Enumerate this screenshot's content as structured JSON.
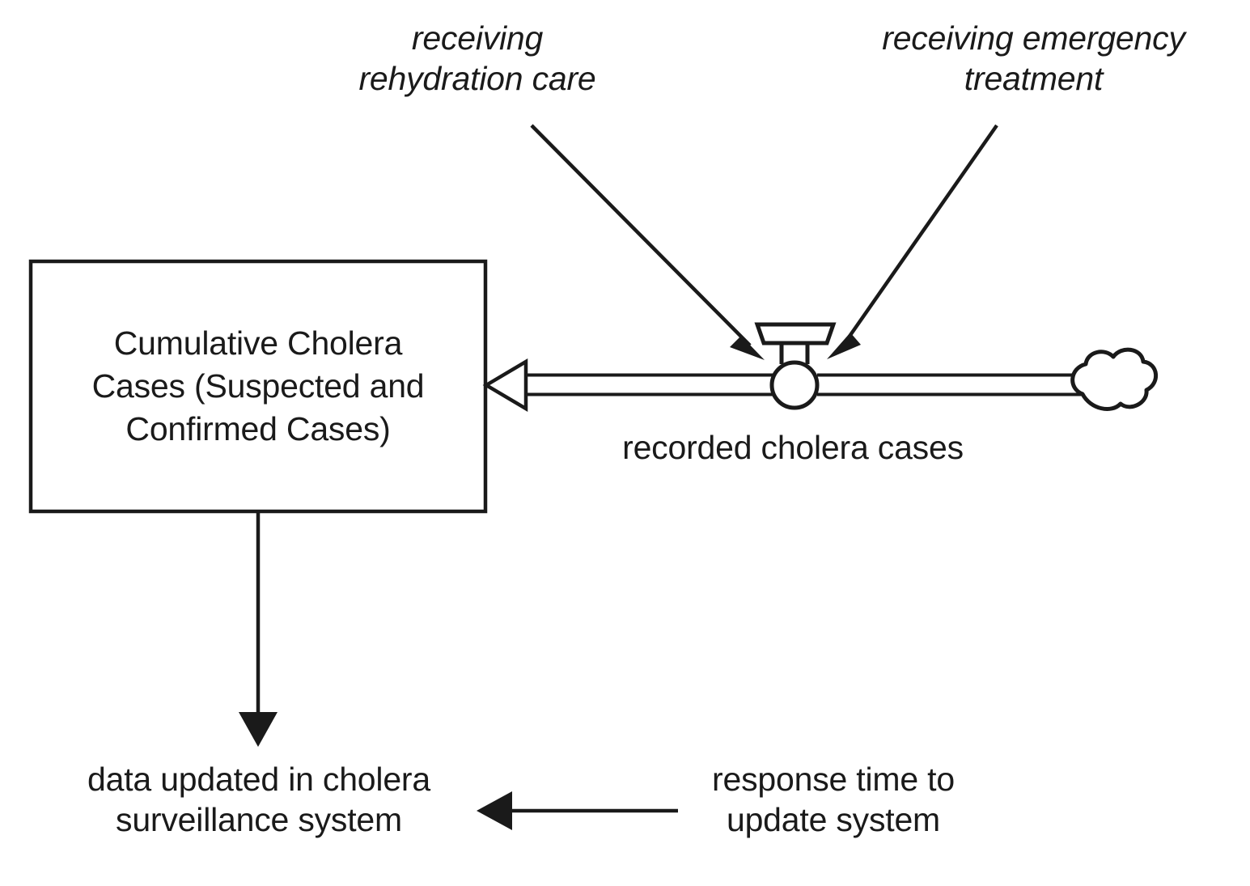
{
  "diagram": {
    "title": "Cholera case recording stock and flow diagram",
    "background_color": "#ffffff",
    "stroke_color": "#1a1a1a",
    "text_color": "#1a1a1a",
    "stock": {
      "name": "cumulative-cholera-cases",
      "label": "Cumulative Cholera\nCases (Suspected and\nConfirmed Cases)",
      "shape": "rectangle"
    },
    "flow": {
      "name": "recorded-cholera-cases",
      "label": "recorded cholera cases",
      "direction": "right-to-left",
      "source": "cloud",
      "target": "cumulative-cholera-cases",
      "valve_shape": "circle-with-trapezoid-hat",
      "arrowhead_style": "hollow-triangle"
    },
    "cloud": {
      "name": "source-cloud",
      "label": ""
    },
    "auxiliaries": [
      {
        "name": "receiving-rehydration-care",
        "label": "receiving\nrehydration care",
        "style": "italic",
        "connects_to": "recorded-cholera-cases"
      },
      {
        "name": "receiving-emergency-treatment",
        "label": "receiving emergency\ntreatment",
        "style": "italic",
        "connects_to": "recorded-cholera-cases"
      }
    ],
    "variables": [
      {
        "name": "data-updated-in-cholera-surveillance-system",
        "label": "data updated in cholera\nsurveillance system",
        "style": "normal"
      },
      {
        "name": "response-time-to-update-system",
        "label": "response time to\nupdate system",
        "style": "normal"
      }
    ],
    "links": [
      {
        "name": "link-rehydration-to-flow",
        "from": "receiving-rehydration-care",
        "to": "recorded-cholera-cases",
        "arrowhead": "solid-triangle"
      },
      {
        "name": "link-emergency-to-flow",
        "from": "receiving-emergency-treatment",
        "to": "recorded-cholera-cases",
        "arrowhead": "solid-triangle"
      },
      {
        "name": "link-stock-to-data-updated",
        "from": "cumulative-cholera-cases",
        "to": "data-updated-in-cholera-surveillance-system",
        "arrowhead": "solid-triangle"
      },
      {
        "name": "link-response-time-to-data-updated",
        "from": "response-time-to-update-system",
        "to": "data-updated-in-cholera-surveillance-system",
        "arrowhead": "solid-triangle"
      }
    ]
  }
}
